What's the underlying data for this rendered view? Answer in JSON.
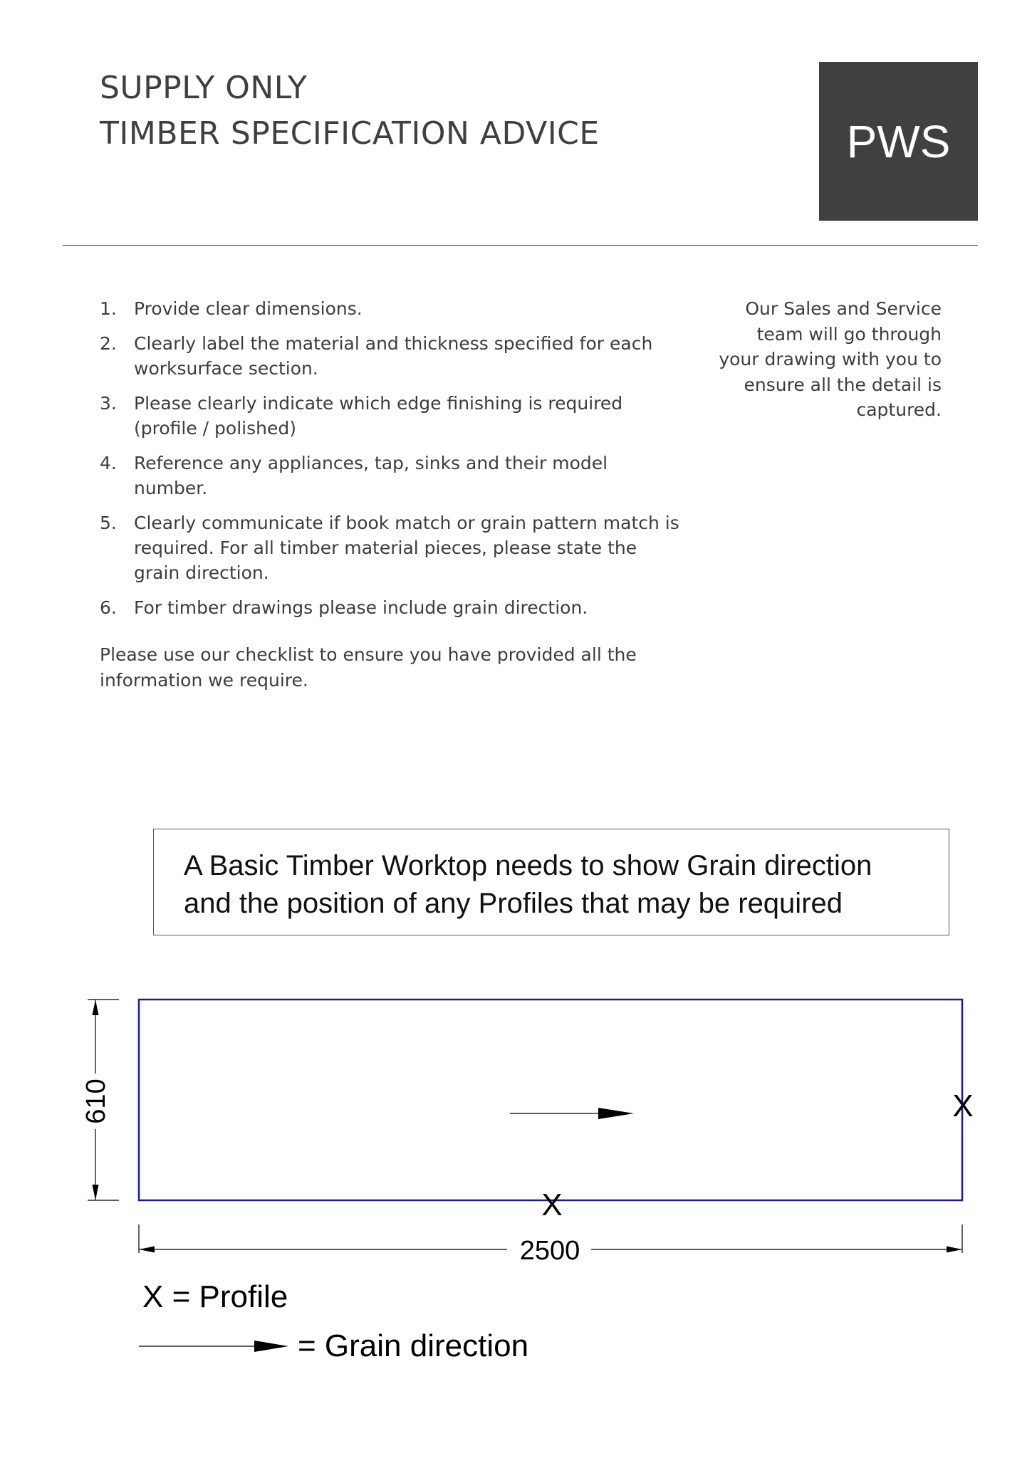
{
  "header": {
    "title_line1": "SUPPLY ONLY",
    "title_line2": "TIMBER SPECIFICATION ADVICE",
    "logo_text": "PWS"
  },
  "steps": [
    {
      "number": "1.",
      "text": "Provide clear dimensions."
    },
    {
      "number": "2.",
      "text": "Clearly label the material and thickness specified for each worksurface section."
    },
    {
      "number": "3.",
      "text": "Please clearly indicate which edge finishing is required (profile / polished)"
    },
    {
      "number": "4.",
      "text": "Reference any appliances, tap, sinks and their model number."
    },
    {
      "number": "5.",
      "text": "Clearly communicate if book match or grain pattern match is required. For all timber material pieces, please state the grain direction."
    },
    {
      "number": "6.",
      "text": "For timber drawings please include grain direction."
    }
  ],
  "side_note": "Our Sales and Service team will go through your drawing with you to ensure all the detail is captured.",
  "checklist_note": "Please use our checklist to ensure you have provided all the information we require.",
  "basic_box": {
    "line1": "A Basic Timber Worktop needs to show Grain direction",
    "line2": "and the position of any Profiles that may be required"
  },
  "drawing": {
    "height_dimension": "610",
    "width_dimension": "2500",
    "profile_marker": "X",
    "legend_profile": "X = Profile",
    "legend_grain": "= Grain direction",
    "worktop_outline_color": "#1a1aa6"
  },
  "colors": {
    "logo_background": "#404040",
    "text": "#3d3d3d"
  }
}
